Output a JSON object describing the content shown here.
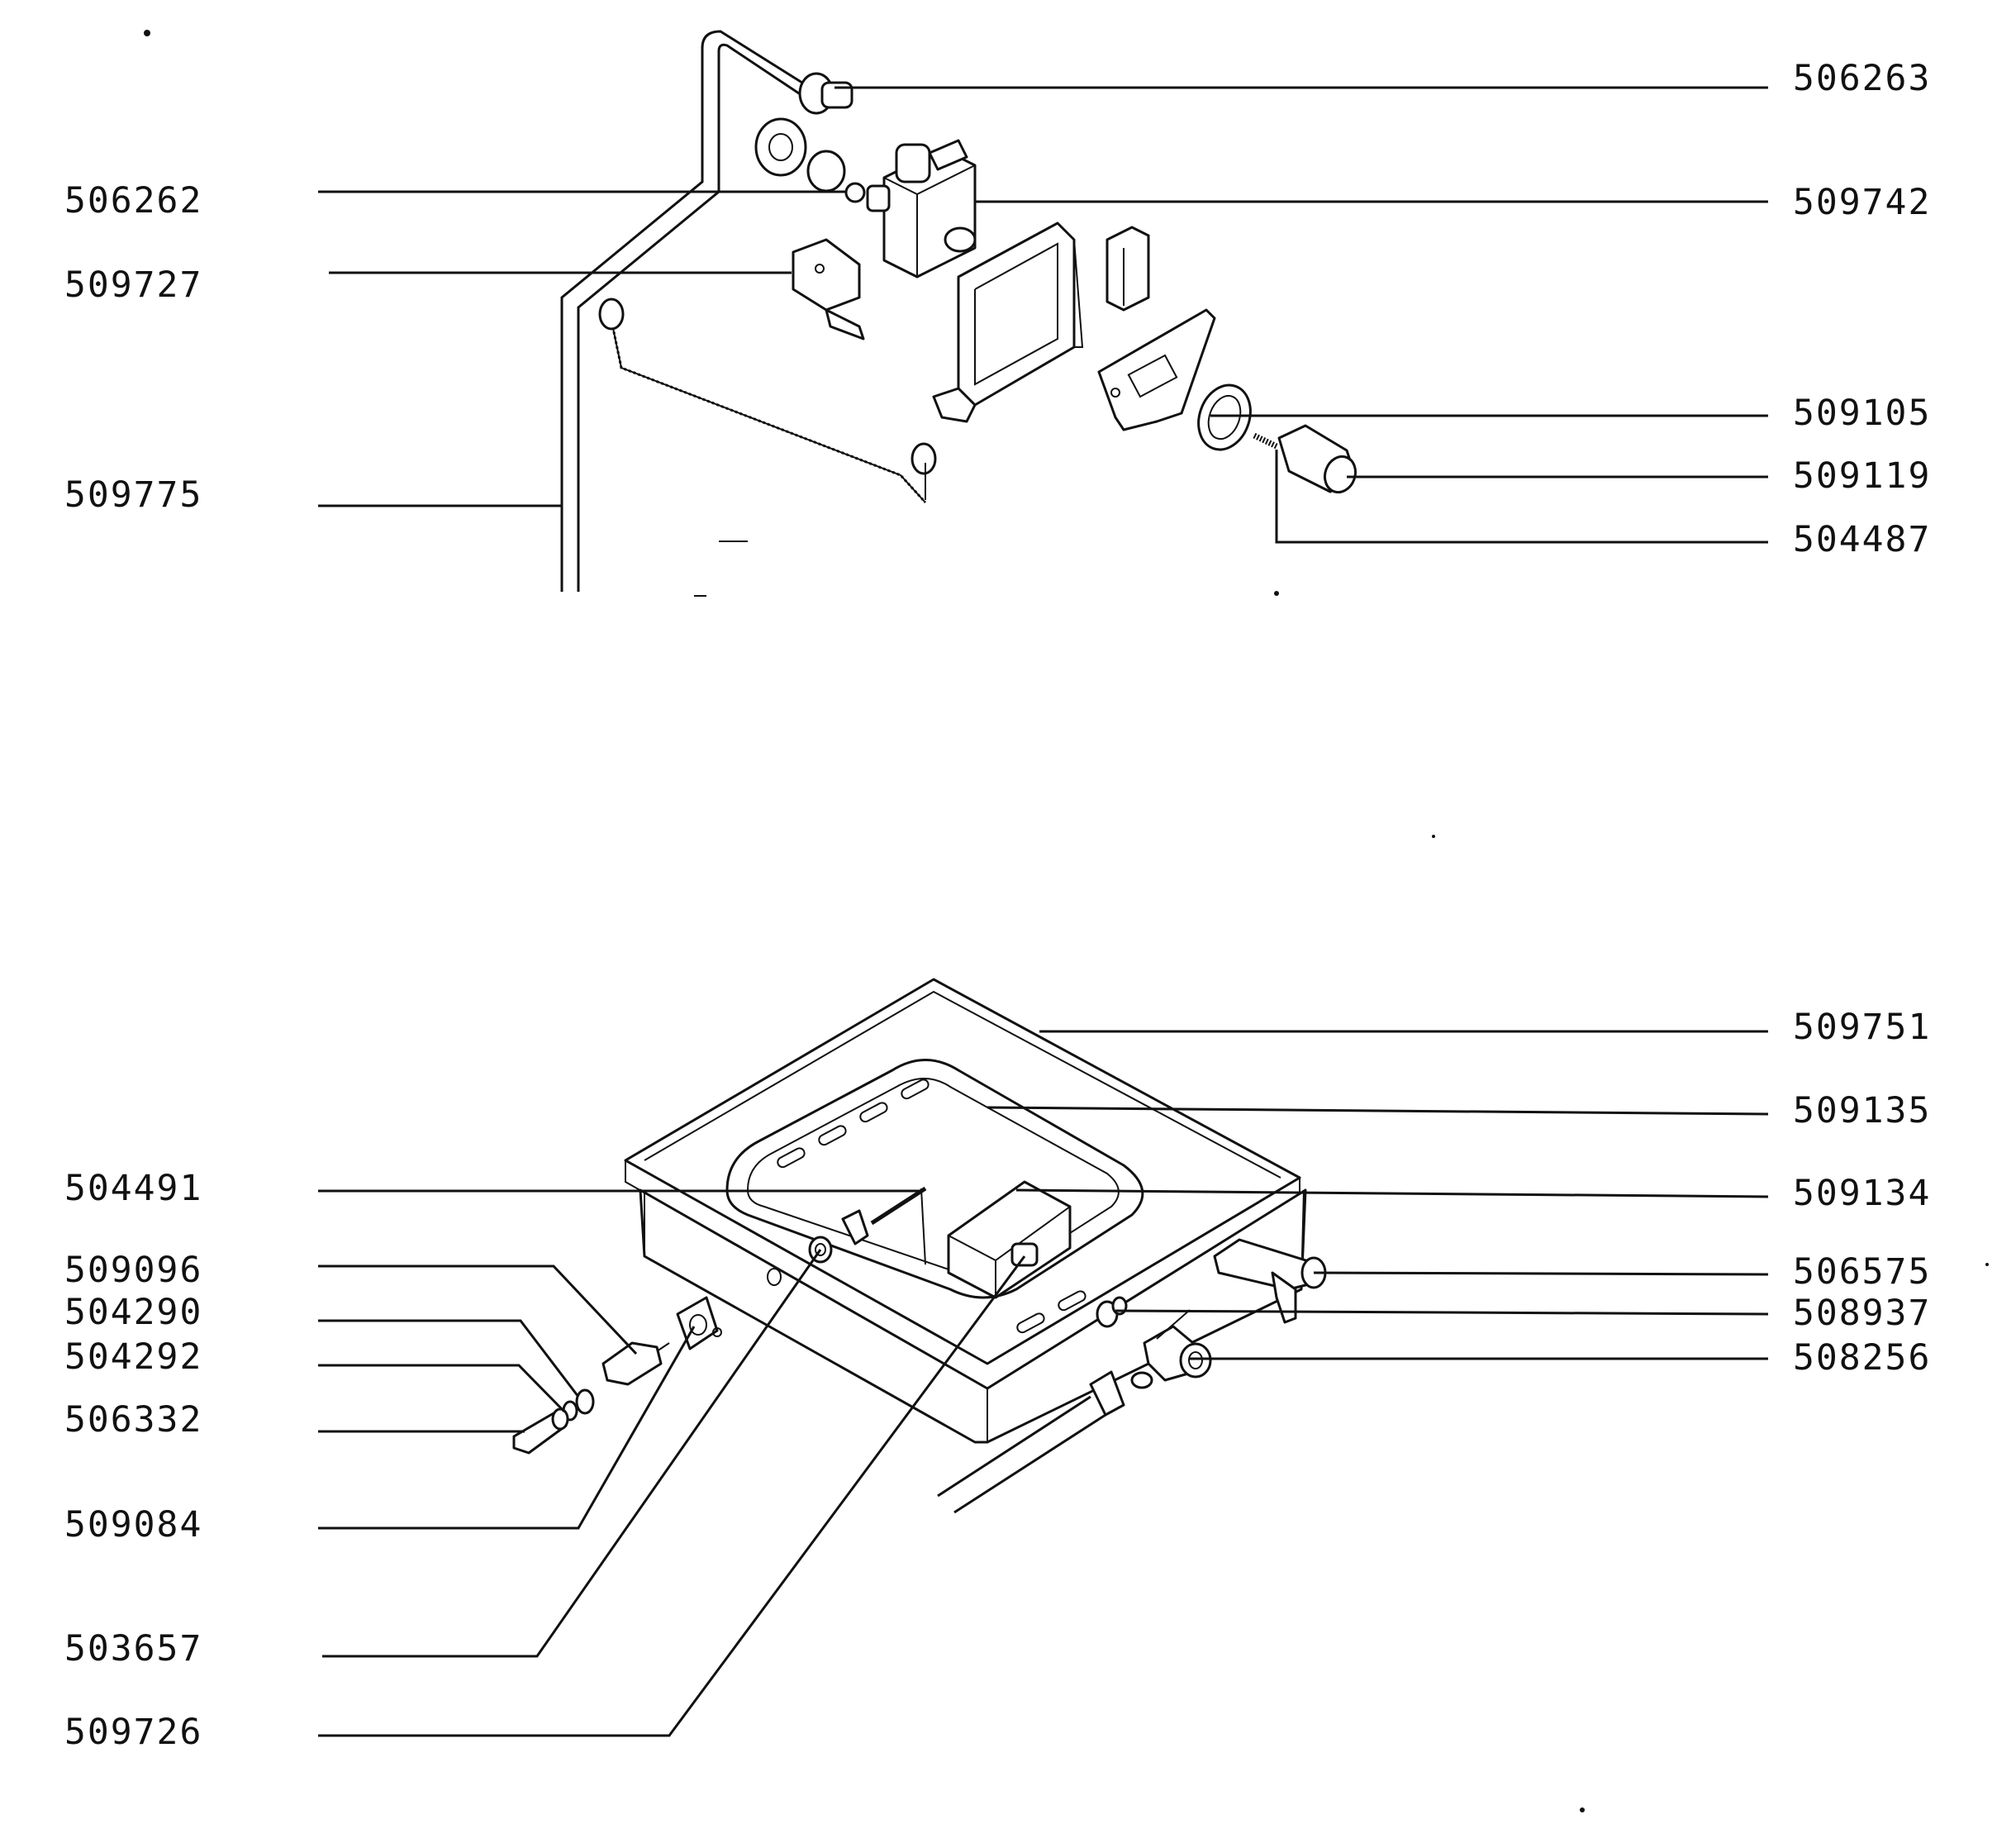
{
  "colors": {
    "ink": "#111111",
    "paper": "#ffffff"
  },
  "top_assembly": {
    "left_labels": [
      "506262",
      "509727",
      "509775"
    ],
    "right_labels": [
      "506263",
      "509742",
      "509105",
      "509119",
      "504487"
    ]
  },
  "bottom_assembly": {
    "left_labels": [
      "504491",
      "509096",
      "504290",
      "504292",
      "506332",
      "509084",
      "503657",
      "509726"
    ],
    "right_labels": [
      "509751",
      "509135",
      "509134",
      "506575",
      "508937",
      "508256"
    ]
  }
}
